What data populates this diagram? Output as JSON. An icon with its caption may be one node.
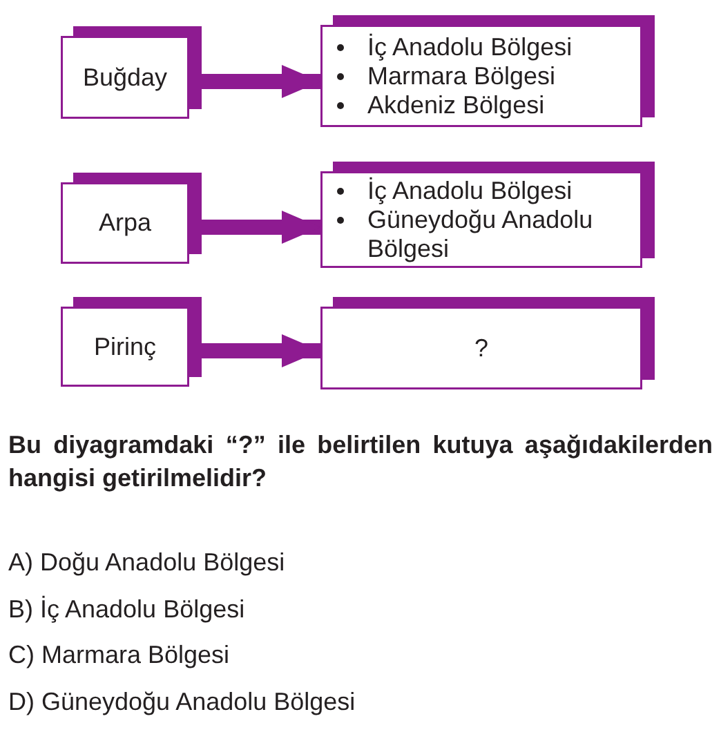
{
  "diagram": {
    "nodes": [
      {
        "text": [
          "Buğday"
        ]
      },
      {
        "text": [
          "İç Anadolu Bölgesi",
          "Marmara Bölgesi",
          "Akdeniz Bölgesi"
        ]
      },
      {
        "text": [
          "Arpa"
        ]
      },
      {
        "text": [
          "İç Anadolu Bölgesi",
          "Güneydoğu Anadolu Bölgesi"
        ]
      },
      {
        "text": [
          "Pirinç"
        ]
      },
      {
        "text": [
          "?"
        ]
      }
    ],
    "edges": [
      {
        "from": 0,
        "to": 1,
        "arrow": "to"
      },
      {
        "from": 2,
        "to": 3,
        "arrow": "to"
      },
      {
        "from": 4,
        "to": 5,
        "arrow": "to"
      }
    ],
    "labels": [
      "Bu diyagramdaki “?” ile belirtilen kutuya aşağıdakilerden hangisi getirilmelidir?",
      "A) Doğu Anadolu Bölgesi",
      "B) İç Anadolu Bölgesi",
      "C) Marmara Bölgesi",
      "D) Güneydoğu Anadolu Bölgesi"
    ]
  }
}
